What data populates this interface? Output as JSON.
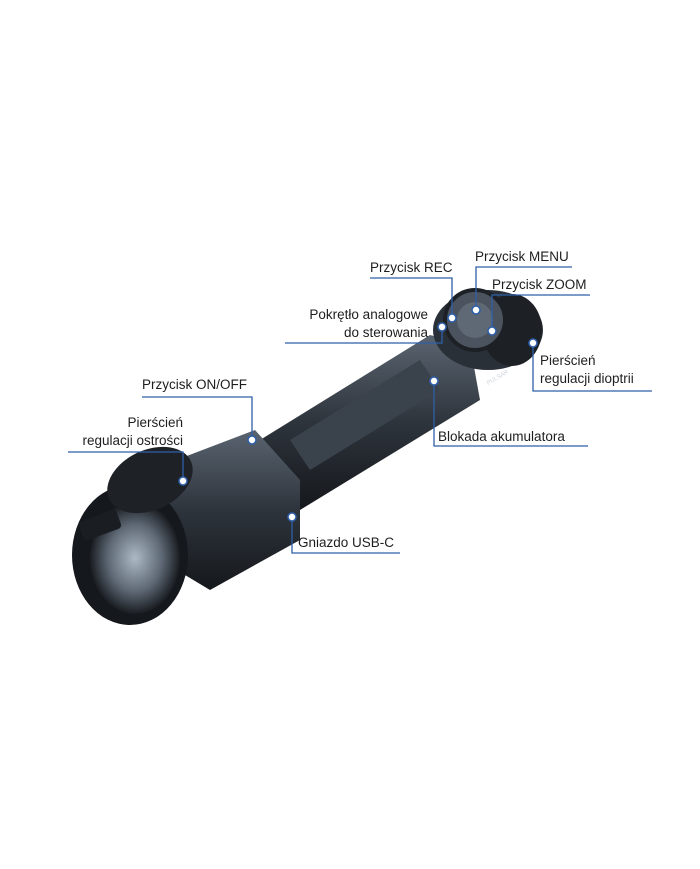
{
  "brand_logo": "PULSAR",
  "accent_color": "#2f5fa8",
  "callouts": {
    "rec": "Przycisk REC",
    "menu": "Przycisk MENU",
    "zoom": "Przycisk ZOOM",
    "knob_line1": "Pokrętło analogowe",
    "knob_line2": "do sterowania",
    "diopter_line1": "Pierścień",
    "diopter_line2": "regulacji dioptrii",
    "battery_lock": "Blokada akumulatora",
    "onoff": "Przycisk ON/OFF",
    "focus_line1": "Pierścień",
    "focus_line2": "regulacji ostrości",
    "usb": "Gniazdo USB-C"
  }
}
